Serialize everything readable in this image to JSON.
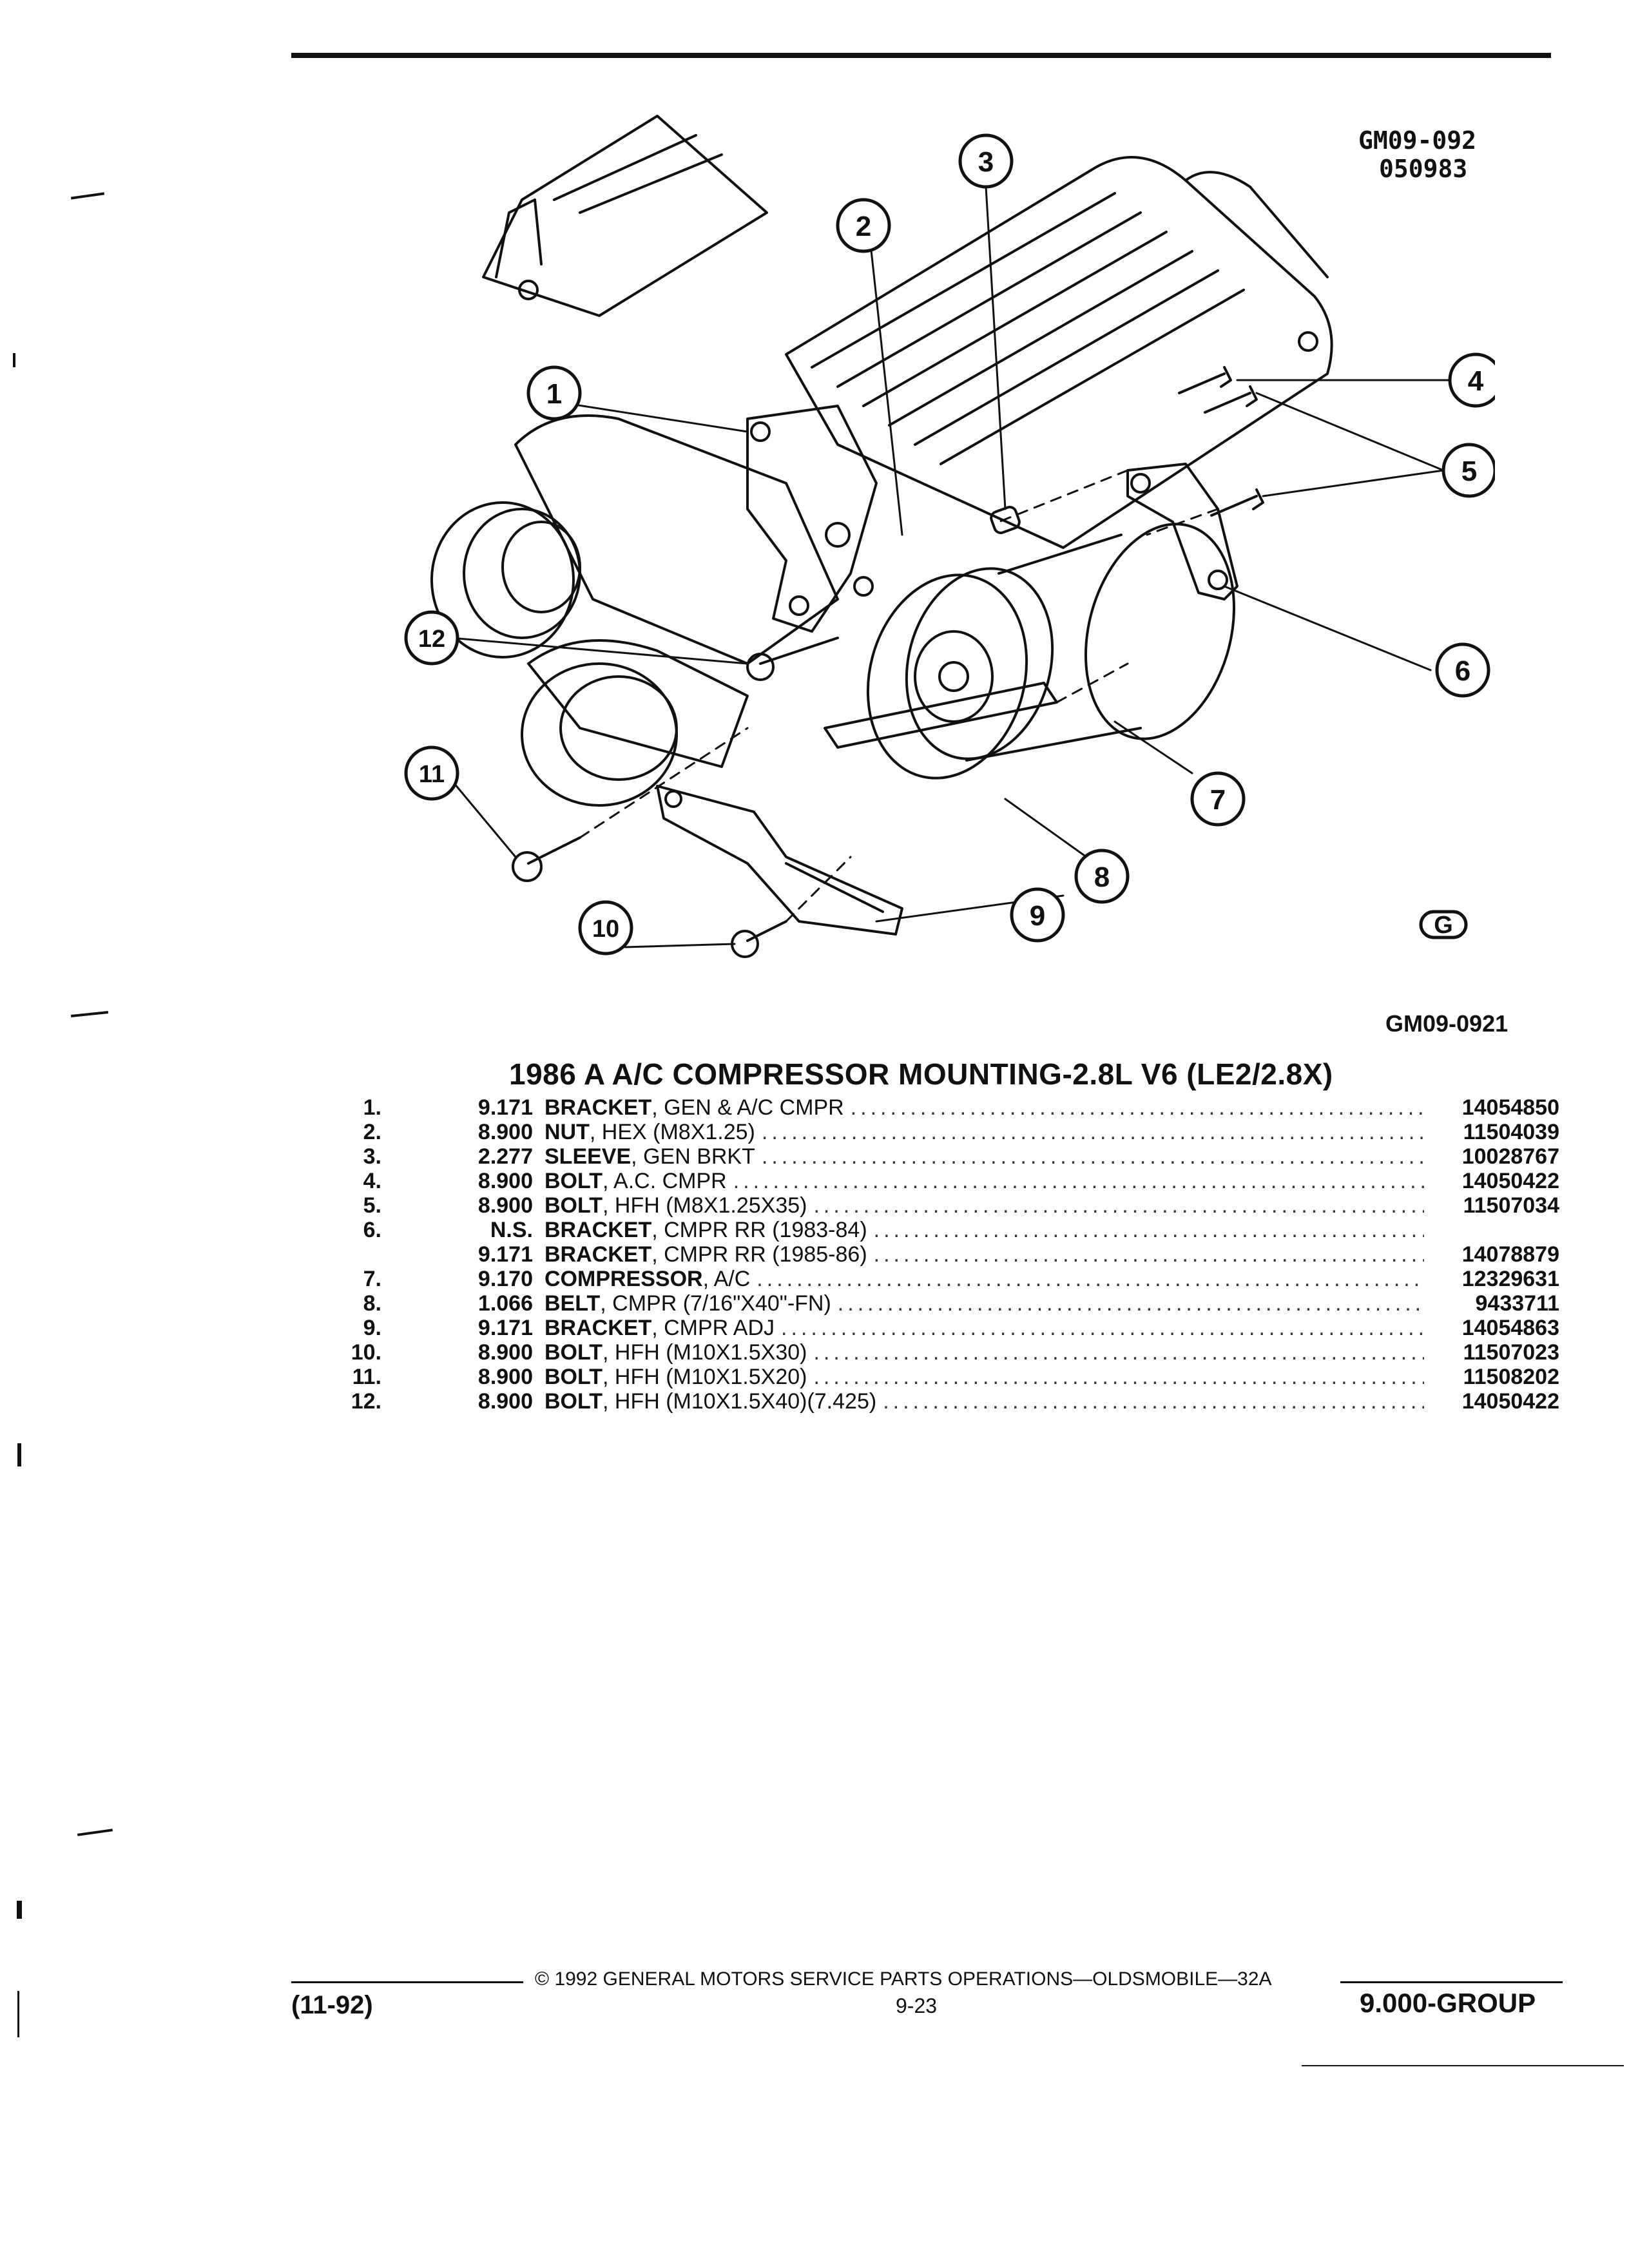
{
  "figure": {
    "code_top_line1": "GM09-092",
    "code_top_line2": "050983",
    "code_bottom": "GM09-0921",
    "callouts": [
      "1",
      "2",
      "3",
      "4",
      "5",
      "6",
      "7",
      "8",
      "9",
      "10",
      "11",
      "12"
    ],
    "logo_glyph": "G"
  },
  "title": "1986 A A/C COMPRESSOR MOUNTING-2.8L V6 (LE2/2.8X)",
  "parts": [
    {
      "no": "1.",
      "group": "9.171",
      "name": "BRACKET",
      "spec": ", GEN & A/C CMPR",
      "part": "14054850"
    },
    {
      "no": "2.",
      "group": "8.900",
      "name": "NUT",
      "spec": ", HEX (M8X1.25)",
      "part": "11504039"
    },
    {
      "no": "3.",
      "group": "2.277",
      "name": "SLEEVE",
      "spec": ", GEN BRKT",
      "part": "10028767"
    },
    {
      "no": "4.",
      "group": "8.900",
      "name": "BOLT",
      "spec": ", A.C. CMPR",
      "part": "14050422"
    },
    {
      "no": "5.",
      "group": "8.900",
      "name": "BOLT",
      "spec": ", HFH (M8X1.25X35)",
      "part": "11507034"
    },
    {
      "no": "6.",
      "group": "N.S.",
      "name": "BRACKET",
      "spec": ", CMPR RR (1983-84)",
      "part": ""
    },
    {
      "no": "",
      "group": "9.171",
      "name": "BRACKET",
      "spec": ", CMPR RR (1985-86)",
      "part": "14078879"
    },
    {
      "no": "7.",
      "group": "9.170",
      "name": "COMPRESSOR",
      "spec": ", A/C",
      "part": "12329631"
    },
    {
      "no": "8.",
      "group": "1.066",
      "name": "BELT",
      "spec": ", CMPR (7/16\"X40\"-FN)",
      "part": "9433711"
    },
    {
      "no": "9.",
      "group": "9.171",
      "name": "BRACKET",
      "spec": ", CMPR ADJ",
      "part": "14054863"
    },
    {
      "no": "10.",
      "group": "8.900",
      "name": "BOLT",
      "spec": ", HFH (M10X1.5X30)",
      "part": "11507023"
    },
    {
      "no": "11.",
      "group": "8.900",
      "name": "BOLT",
      "spec": ", HFH (M10X1.5X20)",
      "part": "11508202"
    },
    {
      "no": "12.",
      "group": "8.900",
      "name": "BOLT",
      "spec": ", HFH (M10X1.5X40)(7.425)",
      "part": "14050422"
    }
  ],
  "footer": {
    "copyright": "© 1992 GENERAL MOTORS SERVICE PARTS OPERATIONS—OLDSMOBILE—32A",
    "date_code": "(11-92)",
    "page": "9-23",
    "group": "9.000-GROUP"
  },
  "colors": {
    "ink": "#111111",
    "paper": "#ffffff"
  }
}
